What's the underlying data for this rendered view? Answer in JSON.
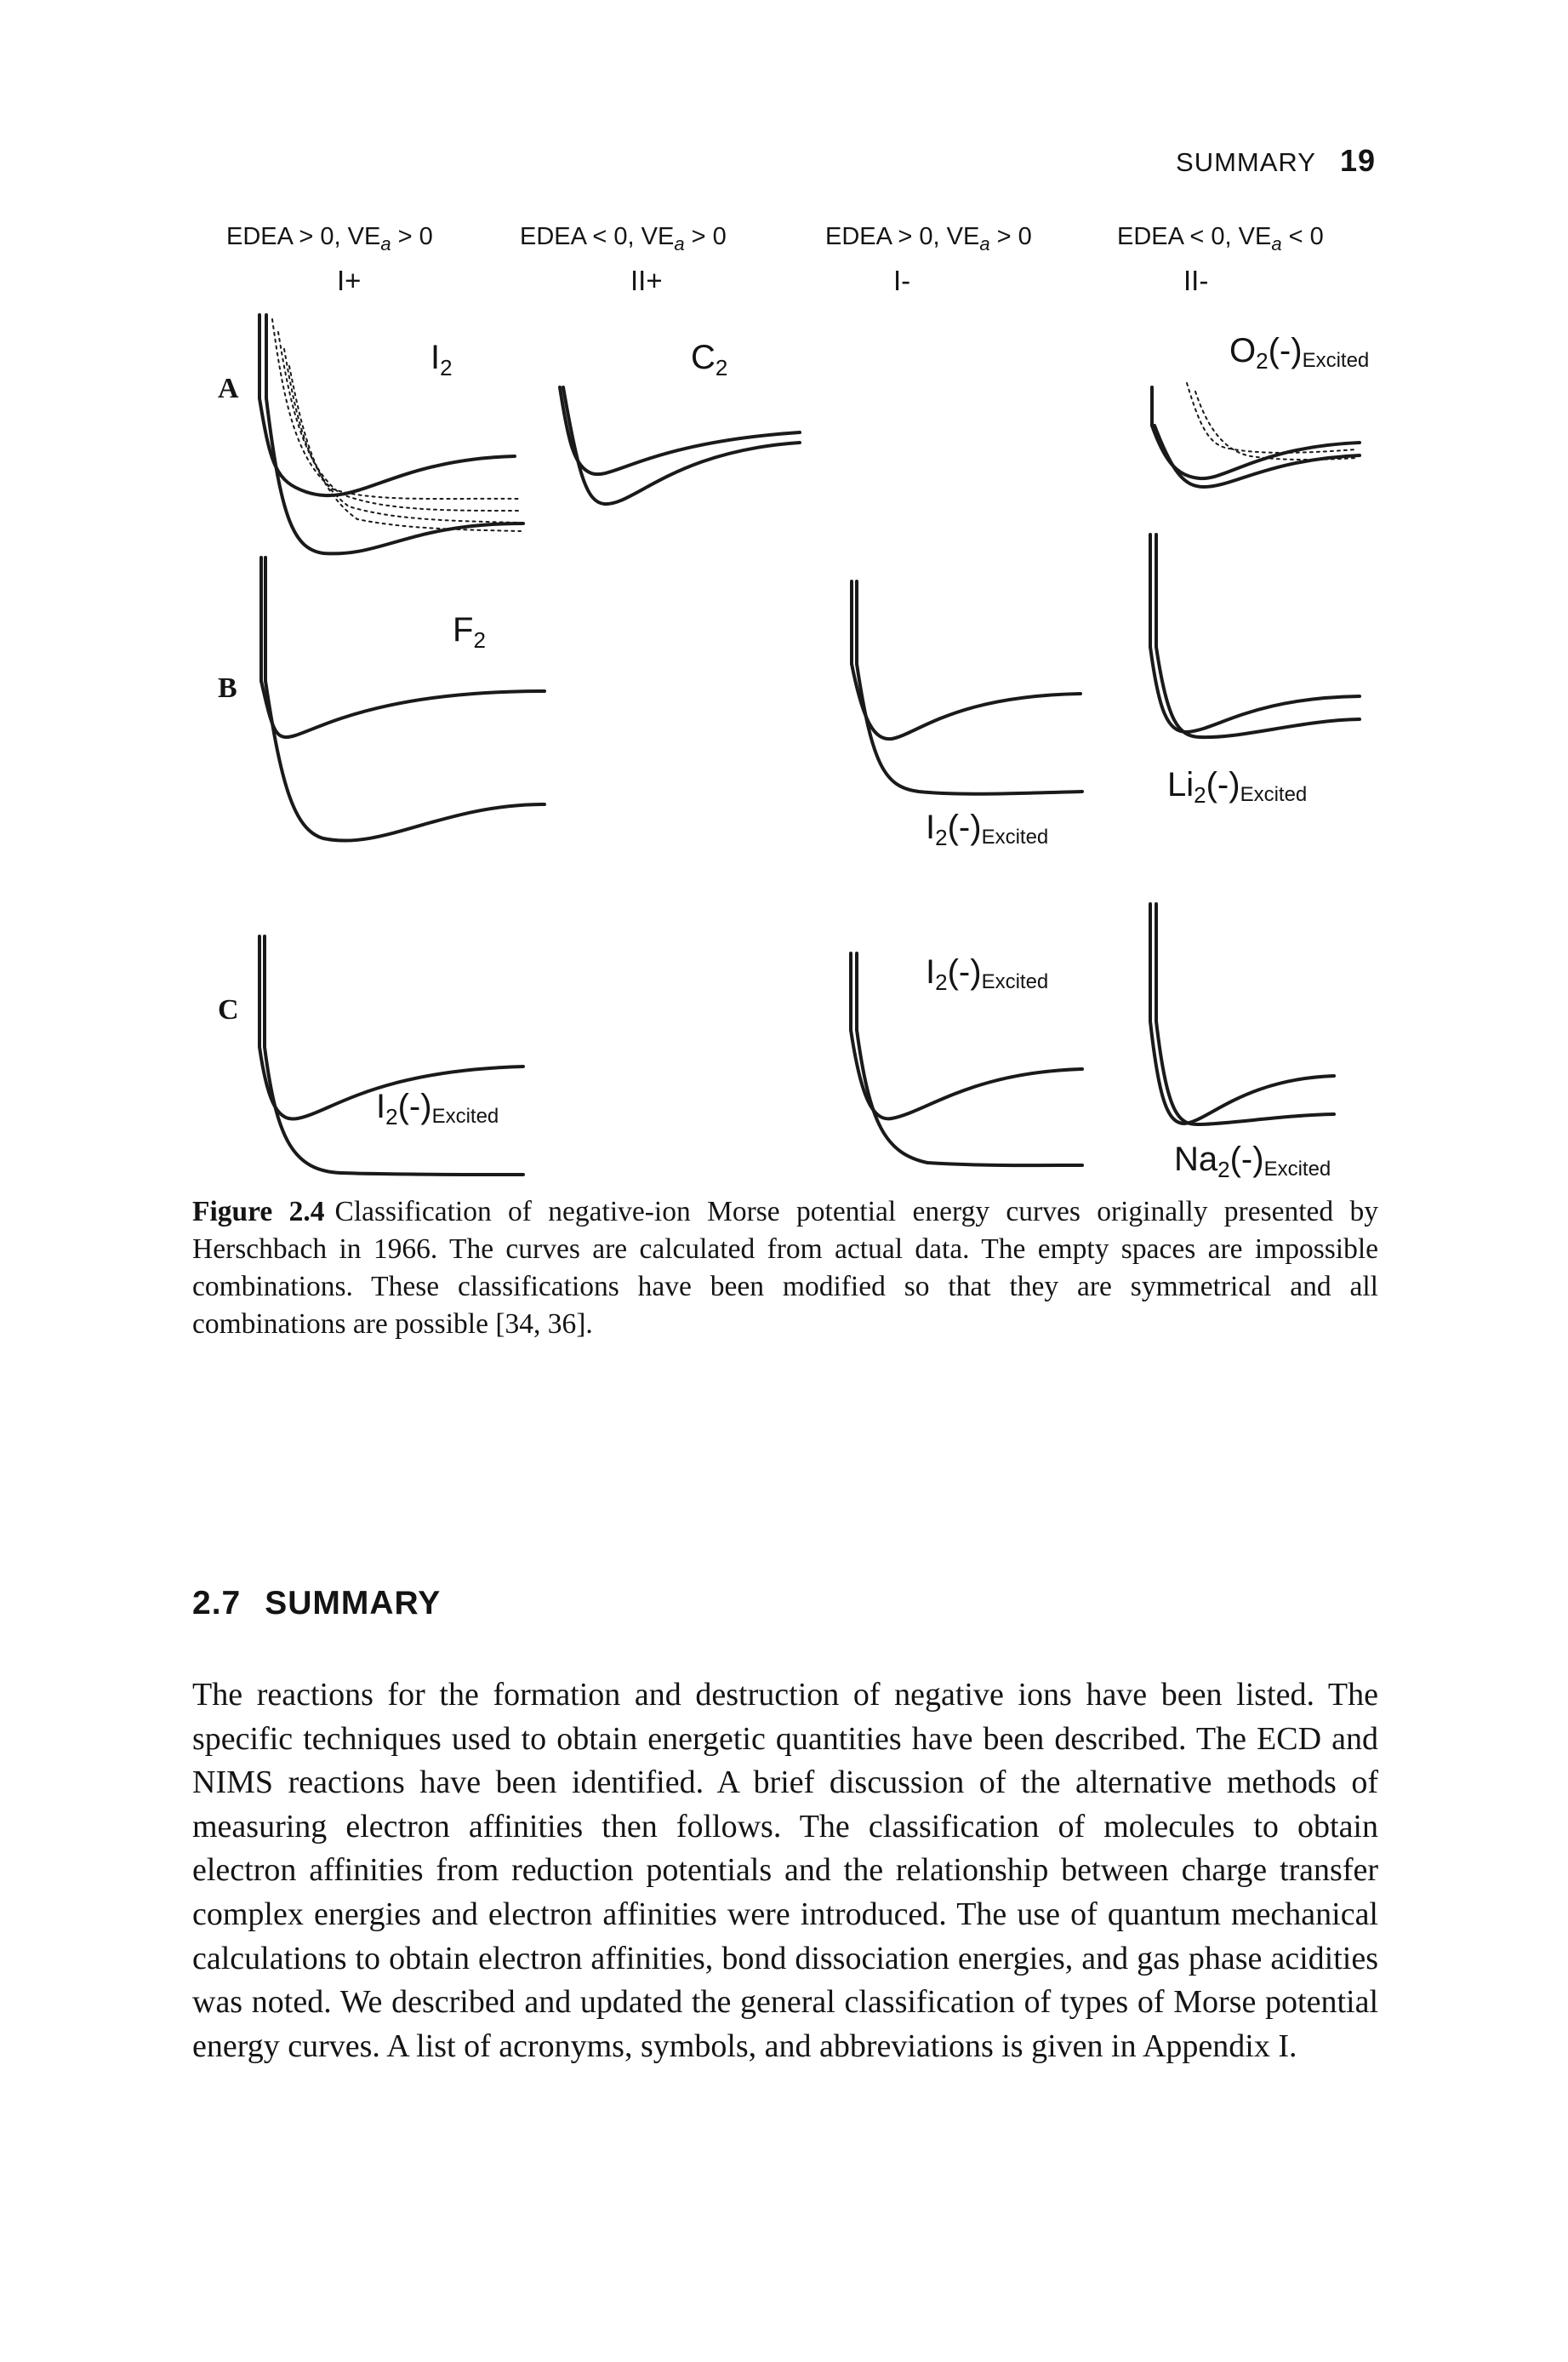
{
  "header": {
    "running_title": "SUMMARY",
    "page_number": "19"
  },
  "figure": {
    "columns": [
      {
        "condition": "EDEA > 0, VE",
        "sub": "a",
        "condition_tail": " > 0",
        "class": "I+"
      },
      {
        "condition": "EDEA < 0, VE",
        "sub": "a",
        "condition_tail": " > 0",
        "class": "II+"
      },
      {
        "condition": "EDEA > 0, VE",
        "sub": "a",
        "condition_tail": " > 0",
        "class": "I-"
      },
      {
        "condition": "EDEA < 0, VE",
        "sub": "a",
        "condition_tail": " < 0",
        "class": "II-"
      }
    ],
    "rows": [
      "A",
      "B",
      "C"
    ],
    "molecules": {
      "i2": {
        "base": "I",
        "sub": "2"
      },
      "c2": {
        "base": "C",
        "sub": "2"
      },
      "o2x": {
        "base": "O",
        "sub": "2",
        "charge": "(-)",
        "state": "Excited"
      },
      "f2": {
        "base": "F",
        "sub": "2"
      },
      "i2x_b3": {
        "base": "I",
        "sub": "2",
        "charge": "(-)",
        "state": "Excited"
      },
      "li2x": {
        "base": "Li",
        "sub": "2",
        "charge": "(-)",
        "state": "Excited"
      },
      "i2x_c1": {
        "base": "I",
        "sub": "2",
        "charge": "(-)",
        "state": "Excited"
      },
      "i2x_c3": {
        "base": "I",
        "sub": "2",
        "charge": "(-)",
        "state": "Excited"
      },
      "na2x": {
        "base": "Na",
        "sub": "2",
        "charge": "(-)",
        "state": "Excited"
      }
    },
    "caption_label": "Figure 2.4",
    "caption_text": "Classification of negative-ion Morse potential energy curves originally presented by Herschbach in 1966. The curves are calculated from actual data. The empty spaces are impossible combinations. These classifications have been modified so that they are symmetrical and all combinations are possible [34, 36]."
  },
  "section": {
    "number": "2.7",
    "title": "SUMMARY",
    "body": "The reactions for the formation and destruction of negative ions have been listed. The specific techniques used to obtain energetic quantities have been described. The ECD and NIMS reactions have been identified. A brief discussion of the alternative methods of measuring electron affinities then follows. The classification of molecules to obtain electron affinities from reduction potentials and the relationship between charge transfer complex energies and electron affinities were introduced. The use of quantum mechanical calculations to obtain electron affinities, bond dissociation energies, and gas phase acidities was noted. We described and updated the general classification of types of Morse potential energy curves. A list of acronyms, symbols, and abbreviations is given in Appendix I."
  }
}
